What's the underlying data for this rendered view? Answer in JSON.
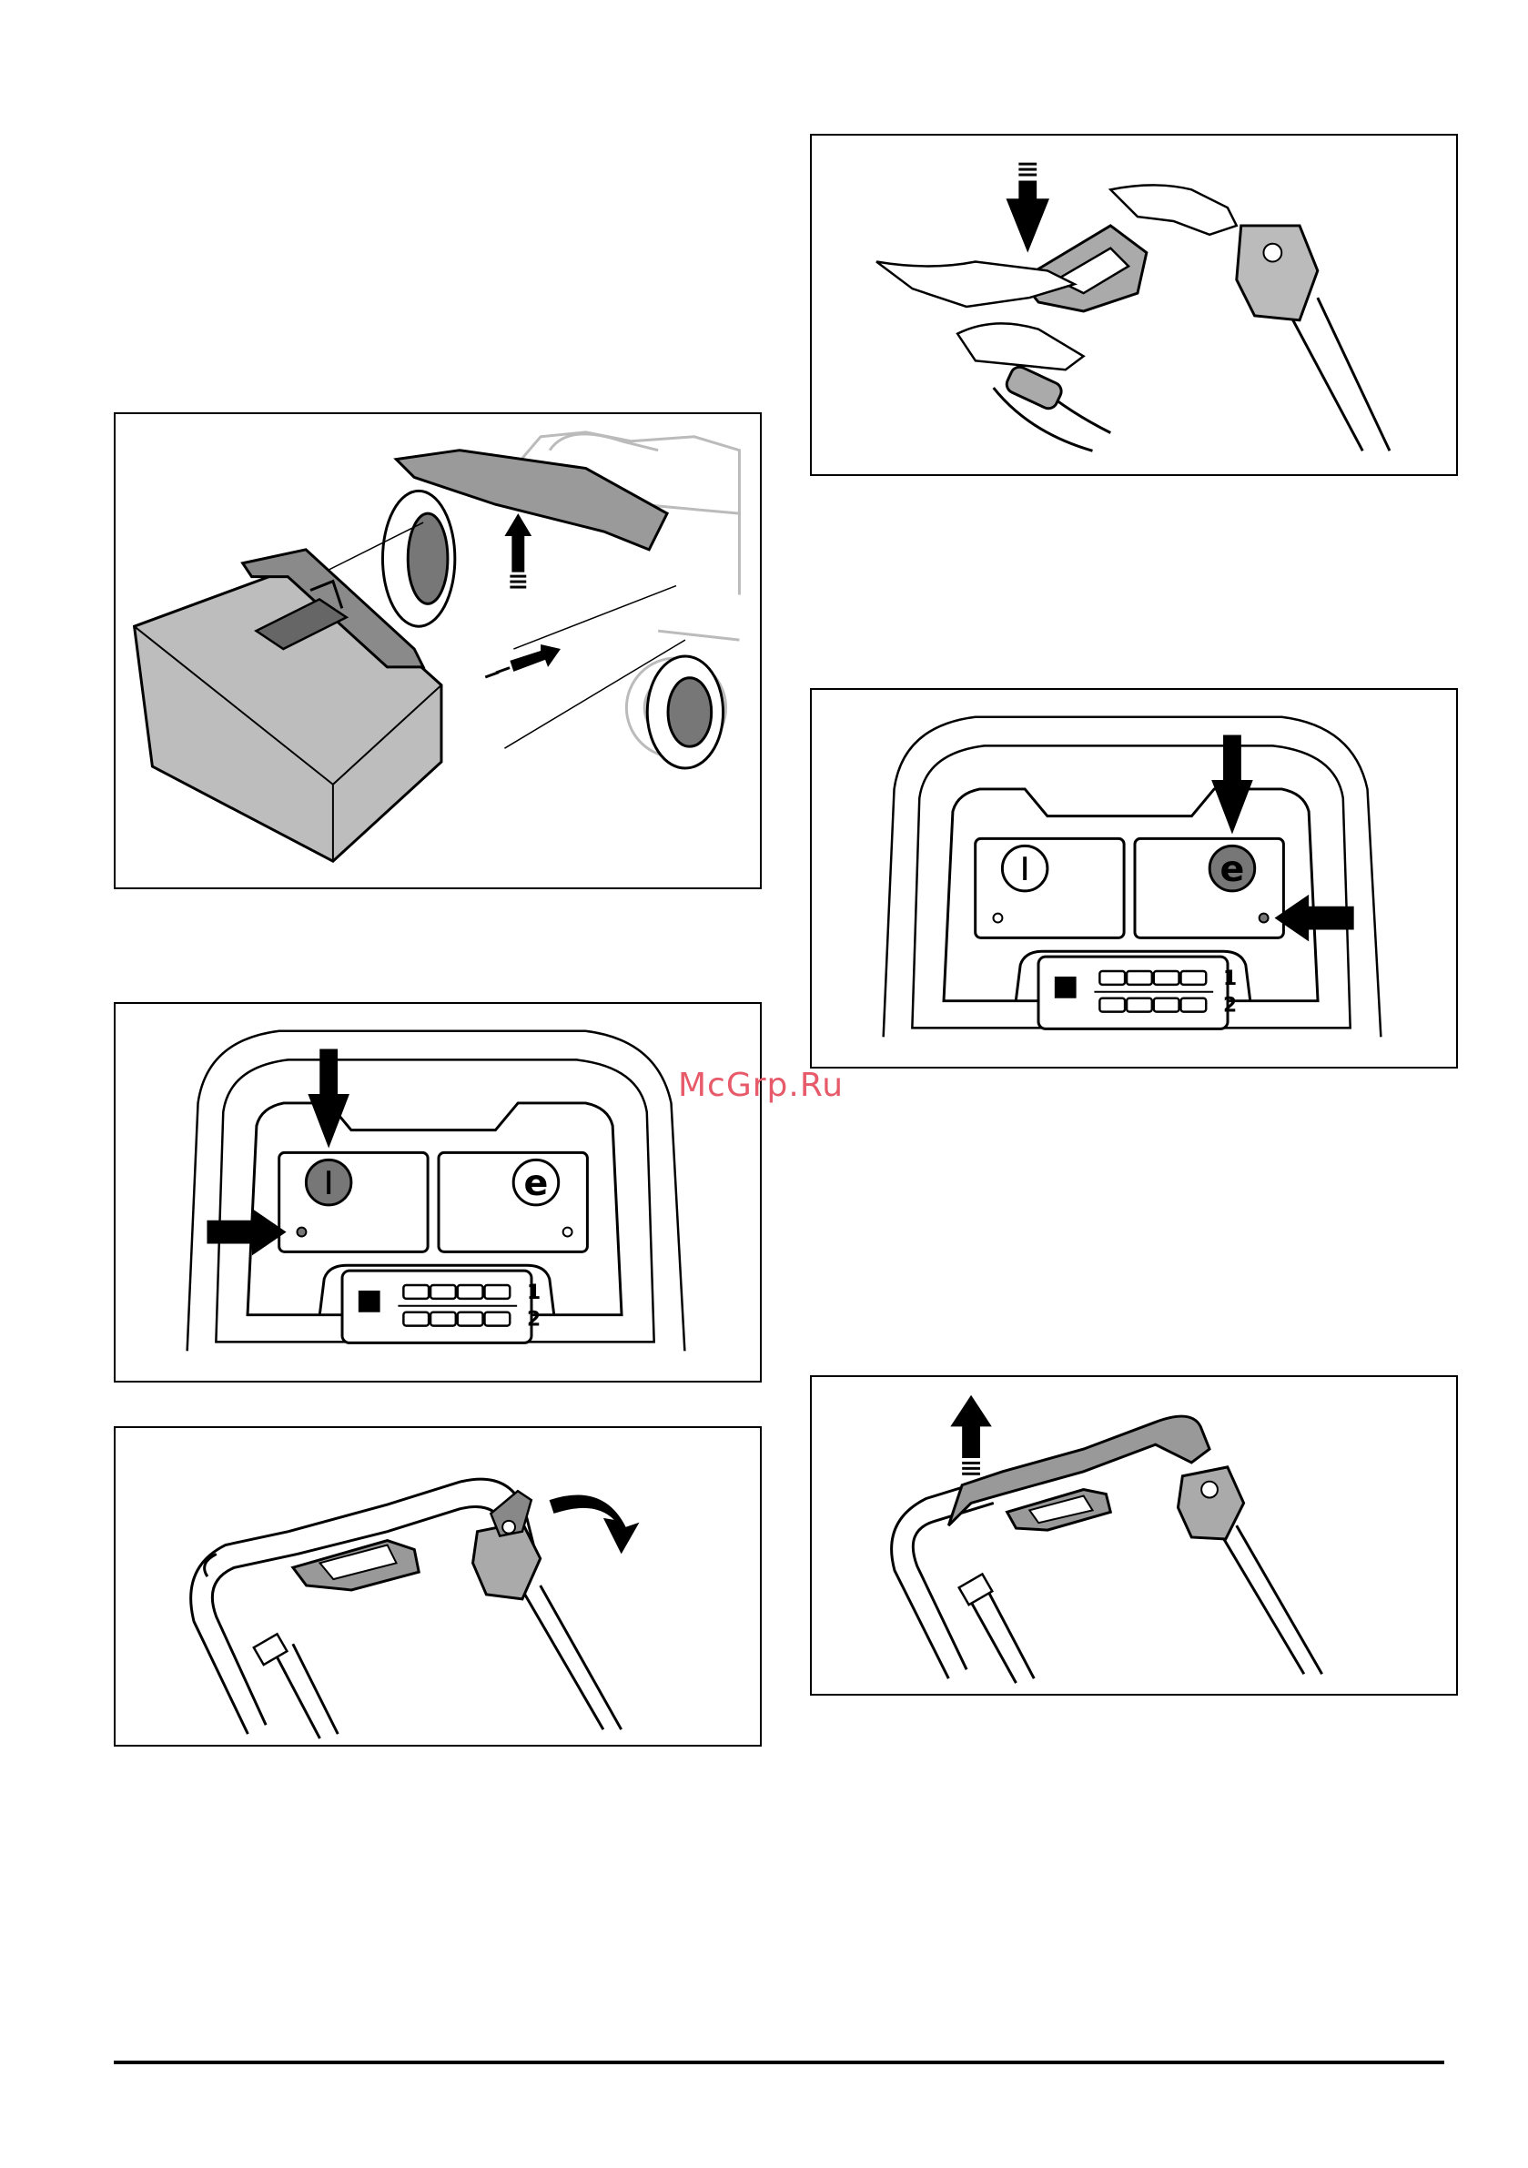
{
  "watermark": "McGrp.Ru",
  "figures": [
    {
      "name": "fig-grass-catcher-install"
    },
    {
      "name": "fig-handle-fold-press"
    },
    {
      "name": "fig-control-panel-power",
      "indicator_labels": [
        "1",
        "2"
      ]
    },
    {
      "name": "fig-control-panel-eco",
      "indicator_labels": [
        "1",
        "2"
      ]
    },
    {
      "name": "fig-handle-lever-release"
    },
    {
      "name": "fig-handle-lift"
    }
  ]
}
